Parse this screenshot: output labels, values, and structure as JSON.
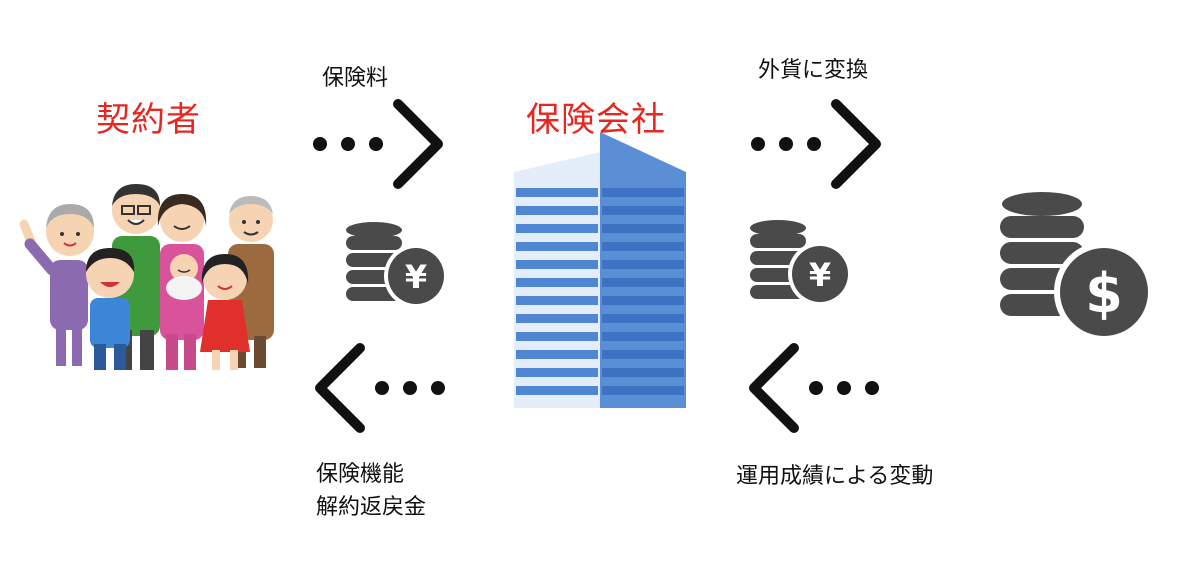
{
  "contractor": {
    "label": "契約者",
    "icon": "family-illustration-icon"
  },
  "insurer": {
    "label": "保険会社",
    "icon": "office-building-icon"
  },
  "flows": {
    "premium": {
      "label": "保険料",
      "direction": "right"
    },
    "benefits": {
      "lines": [
        "保険機能",
        "解約返戻金"
      ],
      "direction": "left"
    },
    "fx_conversion": {
      "label": "外貨に変換",
      "direction": "right"
    },
    "performance": {
      "label": "運用成績による変動",
      "direction": "left"
    }
  },
  "currency": {
    "yen_symbol": "¥",
    "dollar_symbol": "$"
  },
  "colors": {
    "accent_red": "#e8261f",
    "coin_gray": "#4a4a4a",
    "building_blue": "#5a8fd6",
    "building_light": "#dbe8fa"
  }
}
